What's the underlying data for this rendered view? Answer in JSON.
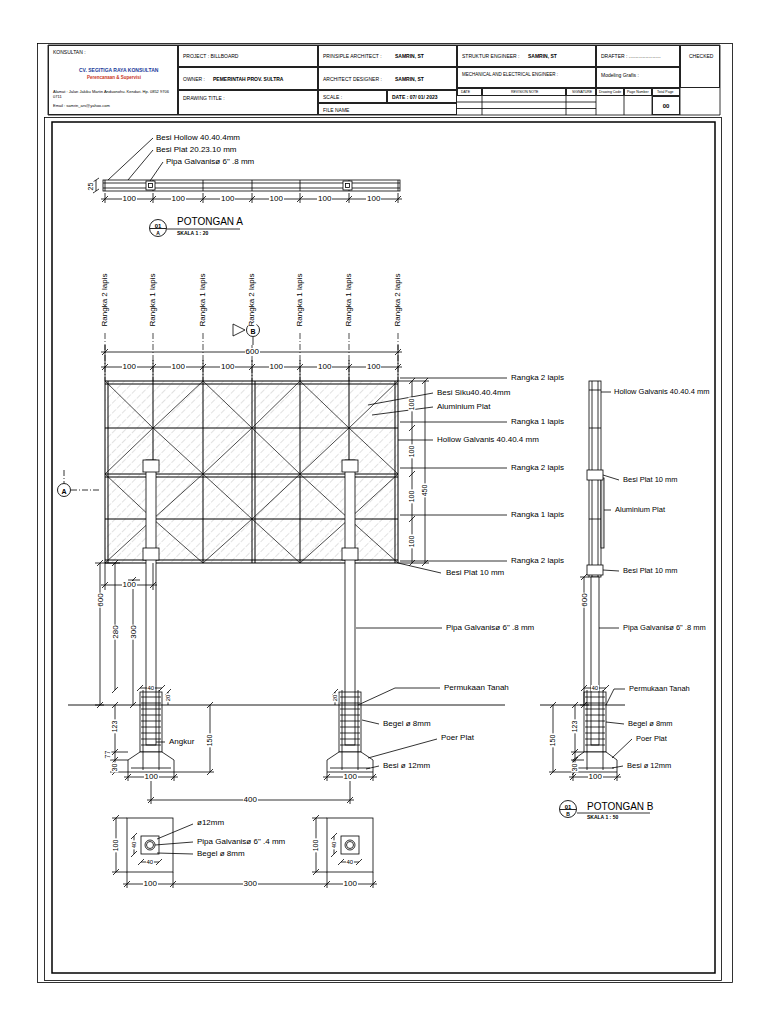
{
  "diagram": {
    "nodes": [
      {
        "text": [
          "KONSULTAN :",
          "CV. SEGITIGA RAYA KONSULTAN",
          "Perencanaan & Supervisi",
          "Alamat : Jalan Jakiku Martin Anduonohu. Kendari. Hp. 0852 9706 0711",
          "Email : samrin_ars@yahoo.com"
        ]
      },
      {
        "text": [
          "PROJECT : BILLBOARD"
        ]
      },
      {
        "text": [
          "OWNER :",
          "PEMERINTAH PROV. SULTRA"
        ]
      },
      {
        "text": [
          "DRAWING TITLE :"
        ]
      },
      {
        "text": [
          "PRINSIPLE ARCHITECT :",
          "SAMRIN, ST"
        ]
      },
      {
        "text": [
          "ARCHITECT DESIGNER :",
          "SAMRIN, ST"
        ]
      },
      {
        "text": [
          "SCALE :"
        ]
      },
      {
        "text": [
          "DATE : 07/ 01/ 2023"
        ]
      },
      {
        "text": [
          "FILE NAME"
        ]
      },
      {
        "text": [
          "STRUKTUR ENGINEER :",
          "SAMRIN, ST"
        ]
      },
      {
        "text": [
          "MECHANICAL AND ELECTRICAL ENGINEER :"
        ]
      },
      {
        "text": [
          "DATE"
        ]
      },
      {
        "text": [
          "REVISION NOTE"
        ]
      },
      {
        "text": [
          "SIGNATURE"
        ]
      },
      {
        "text": [
          "DRAFTER : ......................."
        ]
      },
      {
        "text": [
          "CHECKED"
        ]
      },
      {
        "text": [
          "Modeling Grafis :"
        ]
      },
      {
        "text": [
          "Drawing Code"
        ]
      },
      {
        "text": [
          "Page Number"
        ]
      },
      {
        "text": [
          "Total Page"
        ]
      },
      {
        "text": [
          "00"
        ]
      },
      {
        "text": [
          "01",
          "A"
        ]
      },
      {
        "text": [
          "B"
        ]
      },
      {
        "text": [
          "A"
        ]
      },
      {
        "text": [
          "01",
          "B"
        ]
      }
    ],
    "labels": [
      "Besi Hollow 40.40.4mm",
      "Besi Plat 20.23.10 mm",
      "Pipa Galvanisø 6\" .8 mm",
      "25",
      "100",
      "100",
      "100",
      "100",
      "100",
      "100",
      "POTONGAN A",
      "SKALA 1 : 20",
      "Rangka 2 lapis",
      "Rangka 1 lapis",
      "Rangka 1 lapis",
      "Rangka 2 lapis",
      "Rangka 1 lapis",
      "Rangka 1 lapis",
      "Rangka 2 lapis",
      "600",
      "100",
      "100",
      "100",
      "100",
      "100",
      "100",
      "Rangka 2 lapis",
      "Besi Siku40.40.4mm",
      "Aluminium Plat",
      "Rangka 1 lapis",
      "Hollow Galvanis 40.40.4 mm",
      "Rangka 2 lapis",
      "Rangka 1 lapis",
      "Rangka 2 lapis",
      "Besi Plat 10 mm",
      "100",
      "100",
      "100",
      "100",
      "450",
      "100",
      "600",
      "280",
      "300",
      "Pipa Galvanisø 6\" .8 mm",
      "Permukaan Tanah",
      "40",
      "20",
      "Angkur",
      "123",
      "77",
      "150",
      "30",
      "100",
      "20",
      "Begel ø 8mm",
      "Poer Plat",
      "Besi ø 12mm",
      "100",
      "400",
      "ø12mm",
      "Pipa Galvanisø 6\" .4 mm",
      "Begel ø 8mm",
      "100",
      "40",
      "40",
      "100",
      "40",
      "40",
      "100",
      "300",
      "100",
      "Hollow Galvanis 40.40.4 mm",
      "Besi Plat 10 mm",
      "Aluminium Plat",
      "Besi Plat 10 mm",
      "600",
      "Pipa Galvanisø 6\" .8 mm",
      "Permukaan Tanah",
      "40",
      "123",
      "150",
      "Begel ø 8mm",
      "Poer Plat",
      "30",
      "Besi ø 12mm",
      "100",
      "POTONGAN B",
      "SKALA 1 : 50"
    ]
  }
}
